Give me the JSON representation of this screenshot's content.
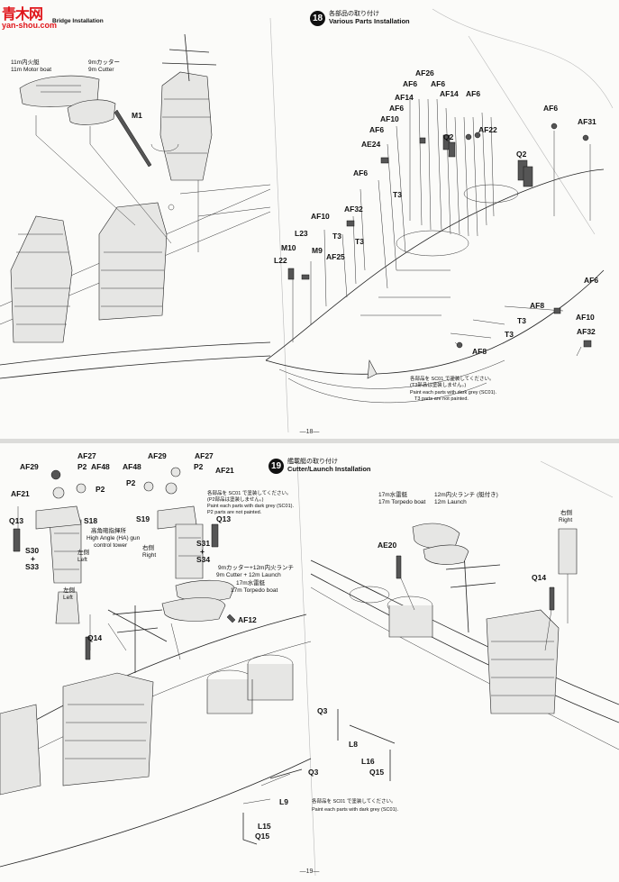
{
  "watermark": {
    "line1": "青木网",
    "line2": "yan-shou.com"
  },
  "top": {
    "step_partial": {
      "en": "Bridge Installation"
    },
    "step": {
      "number": "18",
      "jp": "各部品の取り付け",
      "en": "Various Parts Installation"
    },
    "left_labels": {
      "motor_boat_jp": "11m内火艇",
      "motor_boat_en": "11m Motor boat",
      "cutter_jp": "9mカッター",
      "cutter_en": "9m Cutter",
      "m1": "M1"
    },
    "labels": {
      "af26": "AF26",
      "af6": "AF6",
      "af14": "AF14",
      "af10": "AF10",
      "af24": "AE24",
      "q2": "Q2",
      "af22": "AF22",
      "af31": "AF31",
      "l23": "L23",
      "af32": "AF32",
      "t3": "T3",
      "m10": "M10",
      "m9": "M9",
      "af25": "AF25",
      "l22": "L22",
      "af8": "AF8"
    },
    "note_jp1": "各部品を SC01 で塗装してください。",
    "note_jp2": "(T3部品は塗装しません。)",
    "note_en1": "Paint each parts with dark grey (SC01).",
    "note_en2": "T3 parts are not painted.",
    "page_number": "—18—"
  },
  "bottom": {
    "step": {
      "number": "19",
      "jp": "艦載艇の取り付け",
      "en": "Cutter/Launch Installation"
    },
    "labels": {
      "af29": "AF29",
      "af27": "AF27",
      "p2": "P2",
      "af48": "AF48",
      "af21": "AF21",
      "q13": "Q13",
      "s18": "S18",
      "s19": "S19",
      "s30": "S30",
      "s33": "S33",
      "s31": "S31",
      "s34": "S34",
      "plus": "+",
      "q14": "Q14",
      "af12": "AF12",
      "ae20": "AE20",
      "q3": "Q3",
      "l8": "L8",
      "l16": "L16",
      "q15": "Q15",
      "l9": "L9",
      "l15": "L15"
    },
    "ha_tower_jp": "高角砲指揮所",
    "ha_tower_en1": "High Angle (HA) gun",
    "ha_tower_en2": "control tower",
    "left_jp": "左側",
    "left_en": "Left",
    "right_jp": "右側",
    "right_en": "Right",
    "note_top_jp": "各部品を SC01 で塗装してください。",
    "note_top_jp2": "(P2部品は塗装しません。)",
    "note_top_en1": "Paint each parts with dark grey (SC01).",
    "note_top_en2": "P2 parts are not painted.",
    "cutter_launch_jp": "9mカッター+12m内火ランチ",
    "cutter_launch_en": "9m Cutter + 12m Launch",
    "torpedo_jp": "17m水雷艇",
    "torpedo_en": "17m Torpedo boat",
    "right_torpedo_jp": "17m水雷艇",
    "right_torpedo_en": "17m Torpedo boat",
    "right_launch_jp": "12m内火ランチ (艇付き)",
    "right_launch_en": "12m Launch",
    "note_bottom_jp": "各部品を SC01 で塗装してください。",
    "note_bottom_en": "Paint each parts with dark grey (SC01).",
    "page_number": "—19—"
  }
}
